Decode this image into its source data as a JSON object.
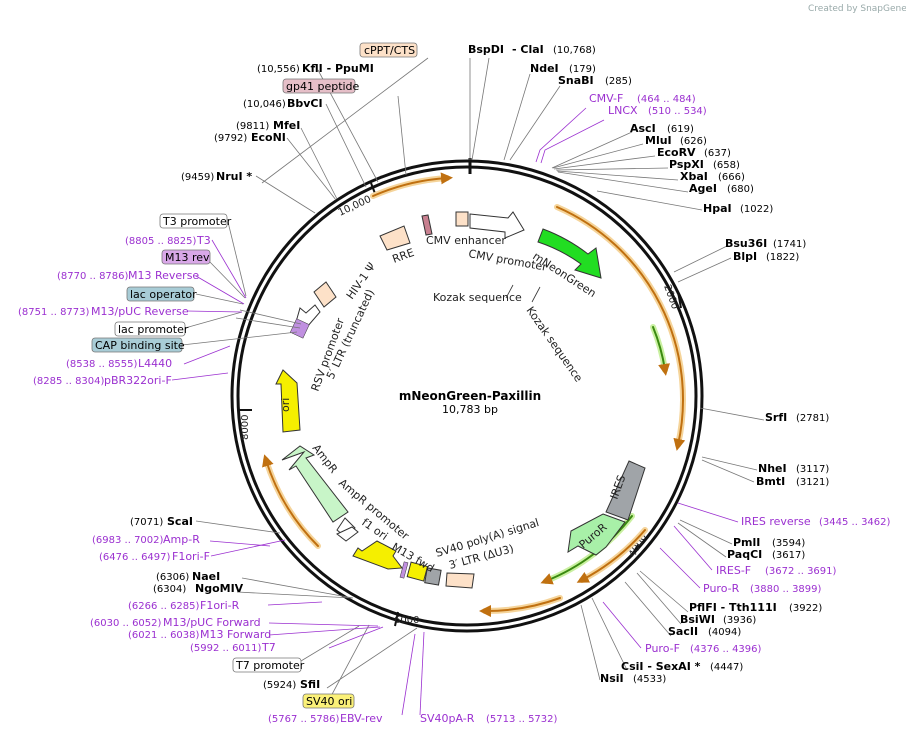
{
  "credit": "Created by SnapGene",
  "map": {
    "name": "mNeonGreen-Paxillin",
    "length_bp": 10783,
    "length_label": "10,783 bp",
    "ticks": [
      {
        "bp": 2000,
        "label": "2000"
      },
      {
        "bp": 4000,
        "label": "4000"
      },
      {
        "bp": 6000,
        "label": "6000"
      },
      {
        "bp": 8000,
        "label": "8000"
      },
      {
        "bp": 10000,
        "label": "10,000"
      }
    ]
  },
  "enzymes": [
    {
      "name": "BspDI",
      "coord": ""
    },
    {
      "name": "- ClaI",
      "coord": "(10,768)"
    },
    {
      "name": "NdeI",
      "coord": "(179)"
    },
    {
      "name": "SnaBI",
      "coord": "(285)"
    },
    {
      "name": "AscI",
      "coord": "(619)"
    },
    {
      "name": "MluI",
      "coord": "(626)"
    },
    {
      "name": "EcoRV",
      "coord": "(637)"
    },
    {
      "name": "PspXI",
      "coord": "(658)"
    },
    {
      "name": "XbaI",
      "coord": "(666)"
    },
    {
      "name": "AgeI",
      "coord": "(680)"
    },
    {
      "name": "HpaI",
      "coord": "(1022)"
    },
    {
      "name": "Bsu36I",
      "coord": "(1741)"
    },
    {
      "name": "BlpI",
      "coord": "(1822)"
    },
    {
      "name": "SrfI",
      "coord": "(2781)"
    },
    {
      "name": "NheI",
      "coord": "(3117)"
    },
    {
      "name": "BmtI",
      "coord": "(3121)"
    },
    {
      "name": "PmlI",
      "coord": "(3594)"
    },
    {
      "name": "PaqCI",
      "coord": "(3617)"
    },
    {
      "name": "PflFI  - Tth111I",
      "coord": "(3922)"
    },
    {
      "name": "BsiWI",
      "coord": "(3936)"
    },
    {
      "name": "SacII",
      "coord": "(4094)"
    },
    {
      "name": "CsiI  - SexAI *",
      "coord": "(4447)"
    },
    {
      "name": "NsiI",
      "coord": "(4533)"
    },
    {
      "name": "SfiI",
      "coord": "(5924)"
    },
    {
      "name": "NgoMIV",
      "coord": "(6304)"
    },
    {
      "name": "NaeI",
      "coord": "(6306)"
    },
    {
      "name": "ScaI",
      "coord": "(7071)"
    },
    {
      "name": "NruI *",
      "coord": "(9459)"
    },
    {
      "name": "EcoNI",
      "coord": "(9792)"
    },
    {
      "name": "MfeI",
      "coord": "(9811)"
    },
    {
      "name": "BbvCI",
      "coord": "(10,046)"
    },
    {
      "name": "KflI  - PpuMI",
      "coord": "(10,556)"
    }
  ],
  "primers": [
    {
      "name": "CMV-F",
      "coord": "(464 .. 484)"
    },
    {
      "name": "LNCX",
      "coord": "(510 .. 534)"
    },
    {
      "name": "IRES reverse",
      "coord": "(3445 .. 3462)"
    },
    {
      "name": "IRES-F",
      "coord": "(3672 .. 3691)"
    },
    {
      "name": "Puro-R",
      "coord": "(3880 .. 3899)"
    },
    {
      "name": "Puro-F",
      "coord": "(4376 .. 4396)"
    },
    {
      "name": "SV40pA-R",
      "coord": "(5713 .. 5732)"
    },
    {
      "name": "EBV-rev",
      "coord": "(5767 .. 5786)"
    },
    {
      "name": "T7",
      "coord": "(5992 .. 6011)"
    },
    {
      "name": "M13 Forward",
      "coord": "(6021 .. 6038)"
    },
    {
      "name": "M13/pUC Forward",
      "coord": "(6030 .. 6052)"
    },
    {
      "name": "F1ori-R",
      "coord": "(6266 .. 6285)"
    },
    {
      "name": "F1ori-F",
      "coord": "(6476 .. 6497)"
    },
    {
      "name": "Amp-R",
      "coord": "(6983 .. 7002)"
    },
    {
      "name": "pBR322ori-F",
      "coord": "(8285 .. 8304)"
    },
    {
      "name": "L4440",
      "coord": "(8538 .. 8555)"
    },
    {
      "name": "M13/pUC Reverse",
      "coord": "(8751 .. 8773)"
    },
    {
      "name": "M13 Reverse",
      "coord": "(8770 .. 8786)"
    },
    {
      "name": "T3",
      "coord": "(8805 .. 8825)"
    }
  ],
  "boxed_features": [
    {
      "name": "cPPT/CTS",
      "color": "#fde1c8"
    },
    {
      "name": "gp41 peptide",
      "color": "#e6bfc8"
    },
    {
      "name": "T3 promoter",
      "color": "#ffffff"
    },
    {
      "name": "M13 rev",
      "color": "#d9a8e8"
    },
    {
      "name": "lac operator",
      "color": "#a8ccd6"
    },
    {
      "name": "lac promoter",
      "color": "#ffffff"
    },
    {
      "name": "CAP binding site",
      "color": "#a8ccd6"
    },
    {
      "name": "T7 promoter",
      "color": "#ffffff"
    },
    {
      "name": "SV40 ori",
      "color": "#fbf178"
    }
  ],
  "features": {
    "cmv_enhancer": "CMV enhancer",
    "cmv_promoter": "CMV promoter",
    "mneongreen": "mNeonGreen",
    "kozak1": "Kozak sequence",
    "kozak2": "Kozak sequence",
    "ires": "IRES",
    "puror": "PuroR",
    "sv40_polya": "SV40 poly(A) signal",
    "ltr3": "3′ LTR (ΔU3)",
    "m13fwd": "M13 fwd",
    "f1ori": "f1 ori",
    "ampr_promoter": "AmpR promoter",
    "ampr": "AmpR",
    "ori": "ori",
    "rsv_promoter": "RSV promoter",
    "ltr5": "5′ LTR (truncated)",
    "hiv_psi": "HIV-1 Ψ",
    "rre": "RRE"
  },
  "colors": {
    "mneongreen": "#22dd22",
    "ires": "#a0a4a8",
    "puror": "#a8f0a8",
    "ori": "#f5ef00",
    "ampr": "#c8f5c8",
    "orf_arc": "#e8a030",
    "primer": "#9b30d0"
  }
}
